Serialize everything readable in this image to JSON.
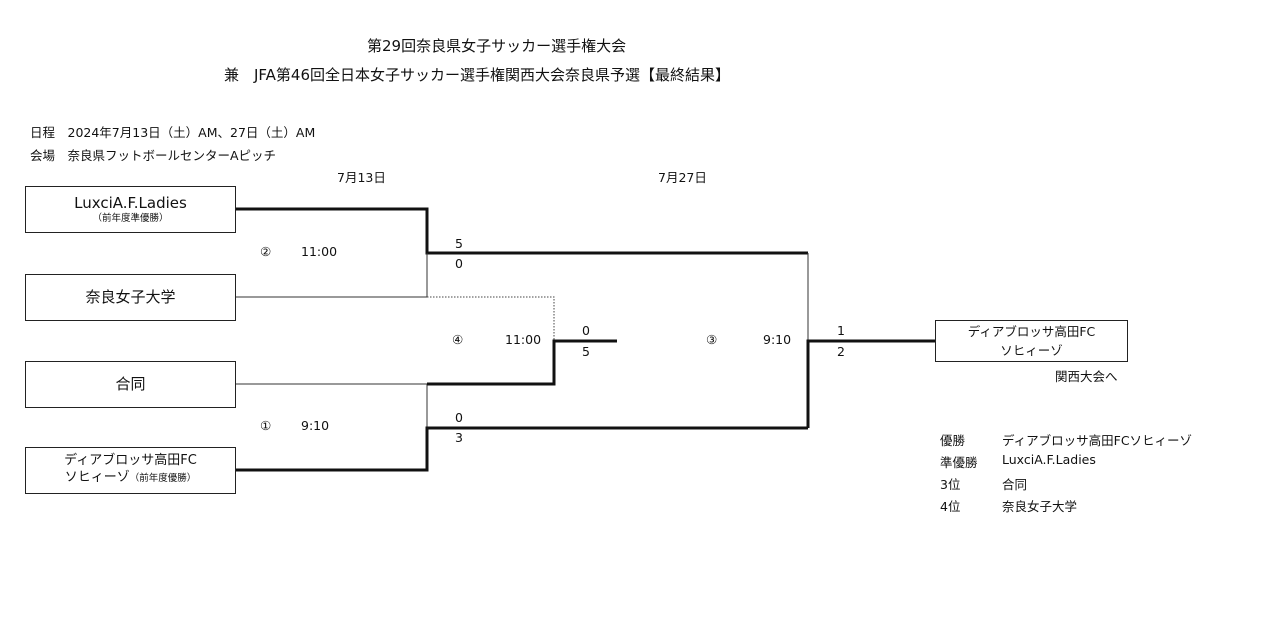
{
  "header": {
    "title_line1": "第29回奈良県女子サッカー選手権大会",
    "title_line2": "兼　JFA第46回全日本女子サッカー選手権関西大会奈良県予選【最終結果】"
  },
  "info": {
    "schedule": "日程　2024年7月13日（土）AM、27日（土）AM",
    "venue": "会場　奈良県フットボールセンターAピッチ"
  },
  "round_dates": {
    "round1": "7月13日",
    "round2": "7月27日"
  },
  "teams": {
    "t1": {
      "name": "LuxciA.F.Ladies",
      "note": "（前年度準優勝）"
    },
    "t2": {
      "name": "奈良女子大学"
    },
    "t3": {
      "name": "合同"
    },
    "t4": {
      "line1": "ディアブロッサ高田FC",
      "line2": "ソヒィーゾ",
      "note": "（前年度優勝）"
    }
  },
  "matches": {
    "m2": {
      "no": "②",
      "time": "11:00",
      "score_top": "5",
      "score_bottom": "0"
    },
    "m1": {
      "no": "①",
      "time": "9:10",
      "score_top": "0",
      "score_bottom": "3"
    },
    "m4": {
      "no": "④",
      "time": "11:00",
      "score_top": "0",
      "score_bottom": "5"
    },
    "m3": {
      "no": "③",
      "time": "9:10",
      "score_top": "1",
      "score_bottom": "2"
    }
  },
  "winner": {
    "line1": "ディアブロッサ高田FC",
    "line2": "ソヒィーゾ",
    "note": "関西大会へ"
  },
  "results": [
    {
      "rank": "優勝",
      "team": "ディアブロッサ高田FCソヒィーゾ"
    },
    {
      "rank": "準優勝",
      "team": "LuxciA.F.Ladies"
    },
    {
      "rank": "3位",
      "team": "合同"
    },
    {
      "rank": "4位",
      "team": "奈良女子大学"
    }
  ]
}
